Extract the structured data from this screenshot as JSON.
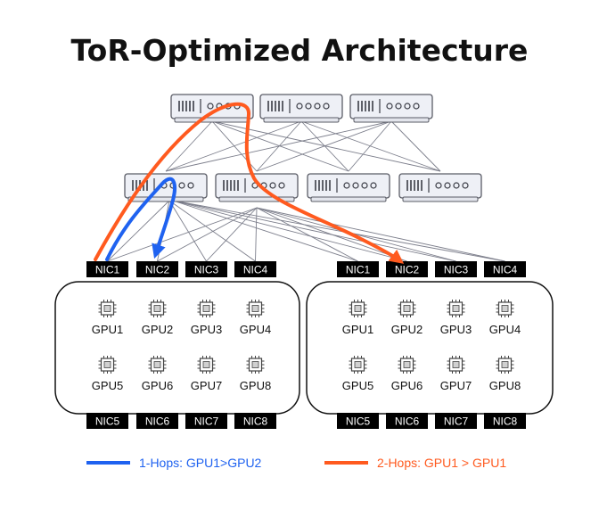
{
  "title": "ToR-Optimized Architecture",
  "colors": {
    "accent_blue": "#1f62f0",
    "accent_orange": "#ff5a1f",
    "line_gray": "#7d7f8c",
    "switch_fill": "#eef0f6",
    "nic_fill": "#000000"
  },
  "icons": {
    "switch": "network-switch-icon",
    "gpu": "gpu-chip-icon"
  },
  "servers": [
    {
      "top_nics": [
        "NIC1",
        "NIC2",
        "NIC3",
        "NIC4"
      ],
      "bottom_nics": [
        "NIC5",
        "NIC6",
        "NIC7",
        "NIC8"
      ],
      "gpus": [
        "GPU1",
        "GPU2",
        "GPU3",
        "GPU4",
        "GPU5",
        "GPU6",
        "GPU7",
        "GPU8"
      ]
    },
    {
      "top_nics": [
        "NIC1",
        "NIC2",
        "NIC3",
        "NIC4"
      ],
      "bottom_nics": [
        "NIC5",
        "NIC6",
        "NIC7",
        "NIC8"
      ],
      "gpus": [
        "GPU1",
        "GPU2",
        "GPU3",
        "GPU4",
        "GPU5",
        "GPU6",
        "GPU7",
        "GPU8"
      ]
    }
  ],
  "legend": {
    "one_hop": "1-Hops: GPU1>GPU2",
    "two_hop": "2-Hops: GPU1 > GPU1"
  }
}
